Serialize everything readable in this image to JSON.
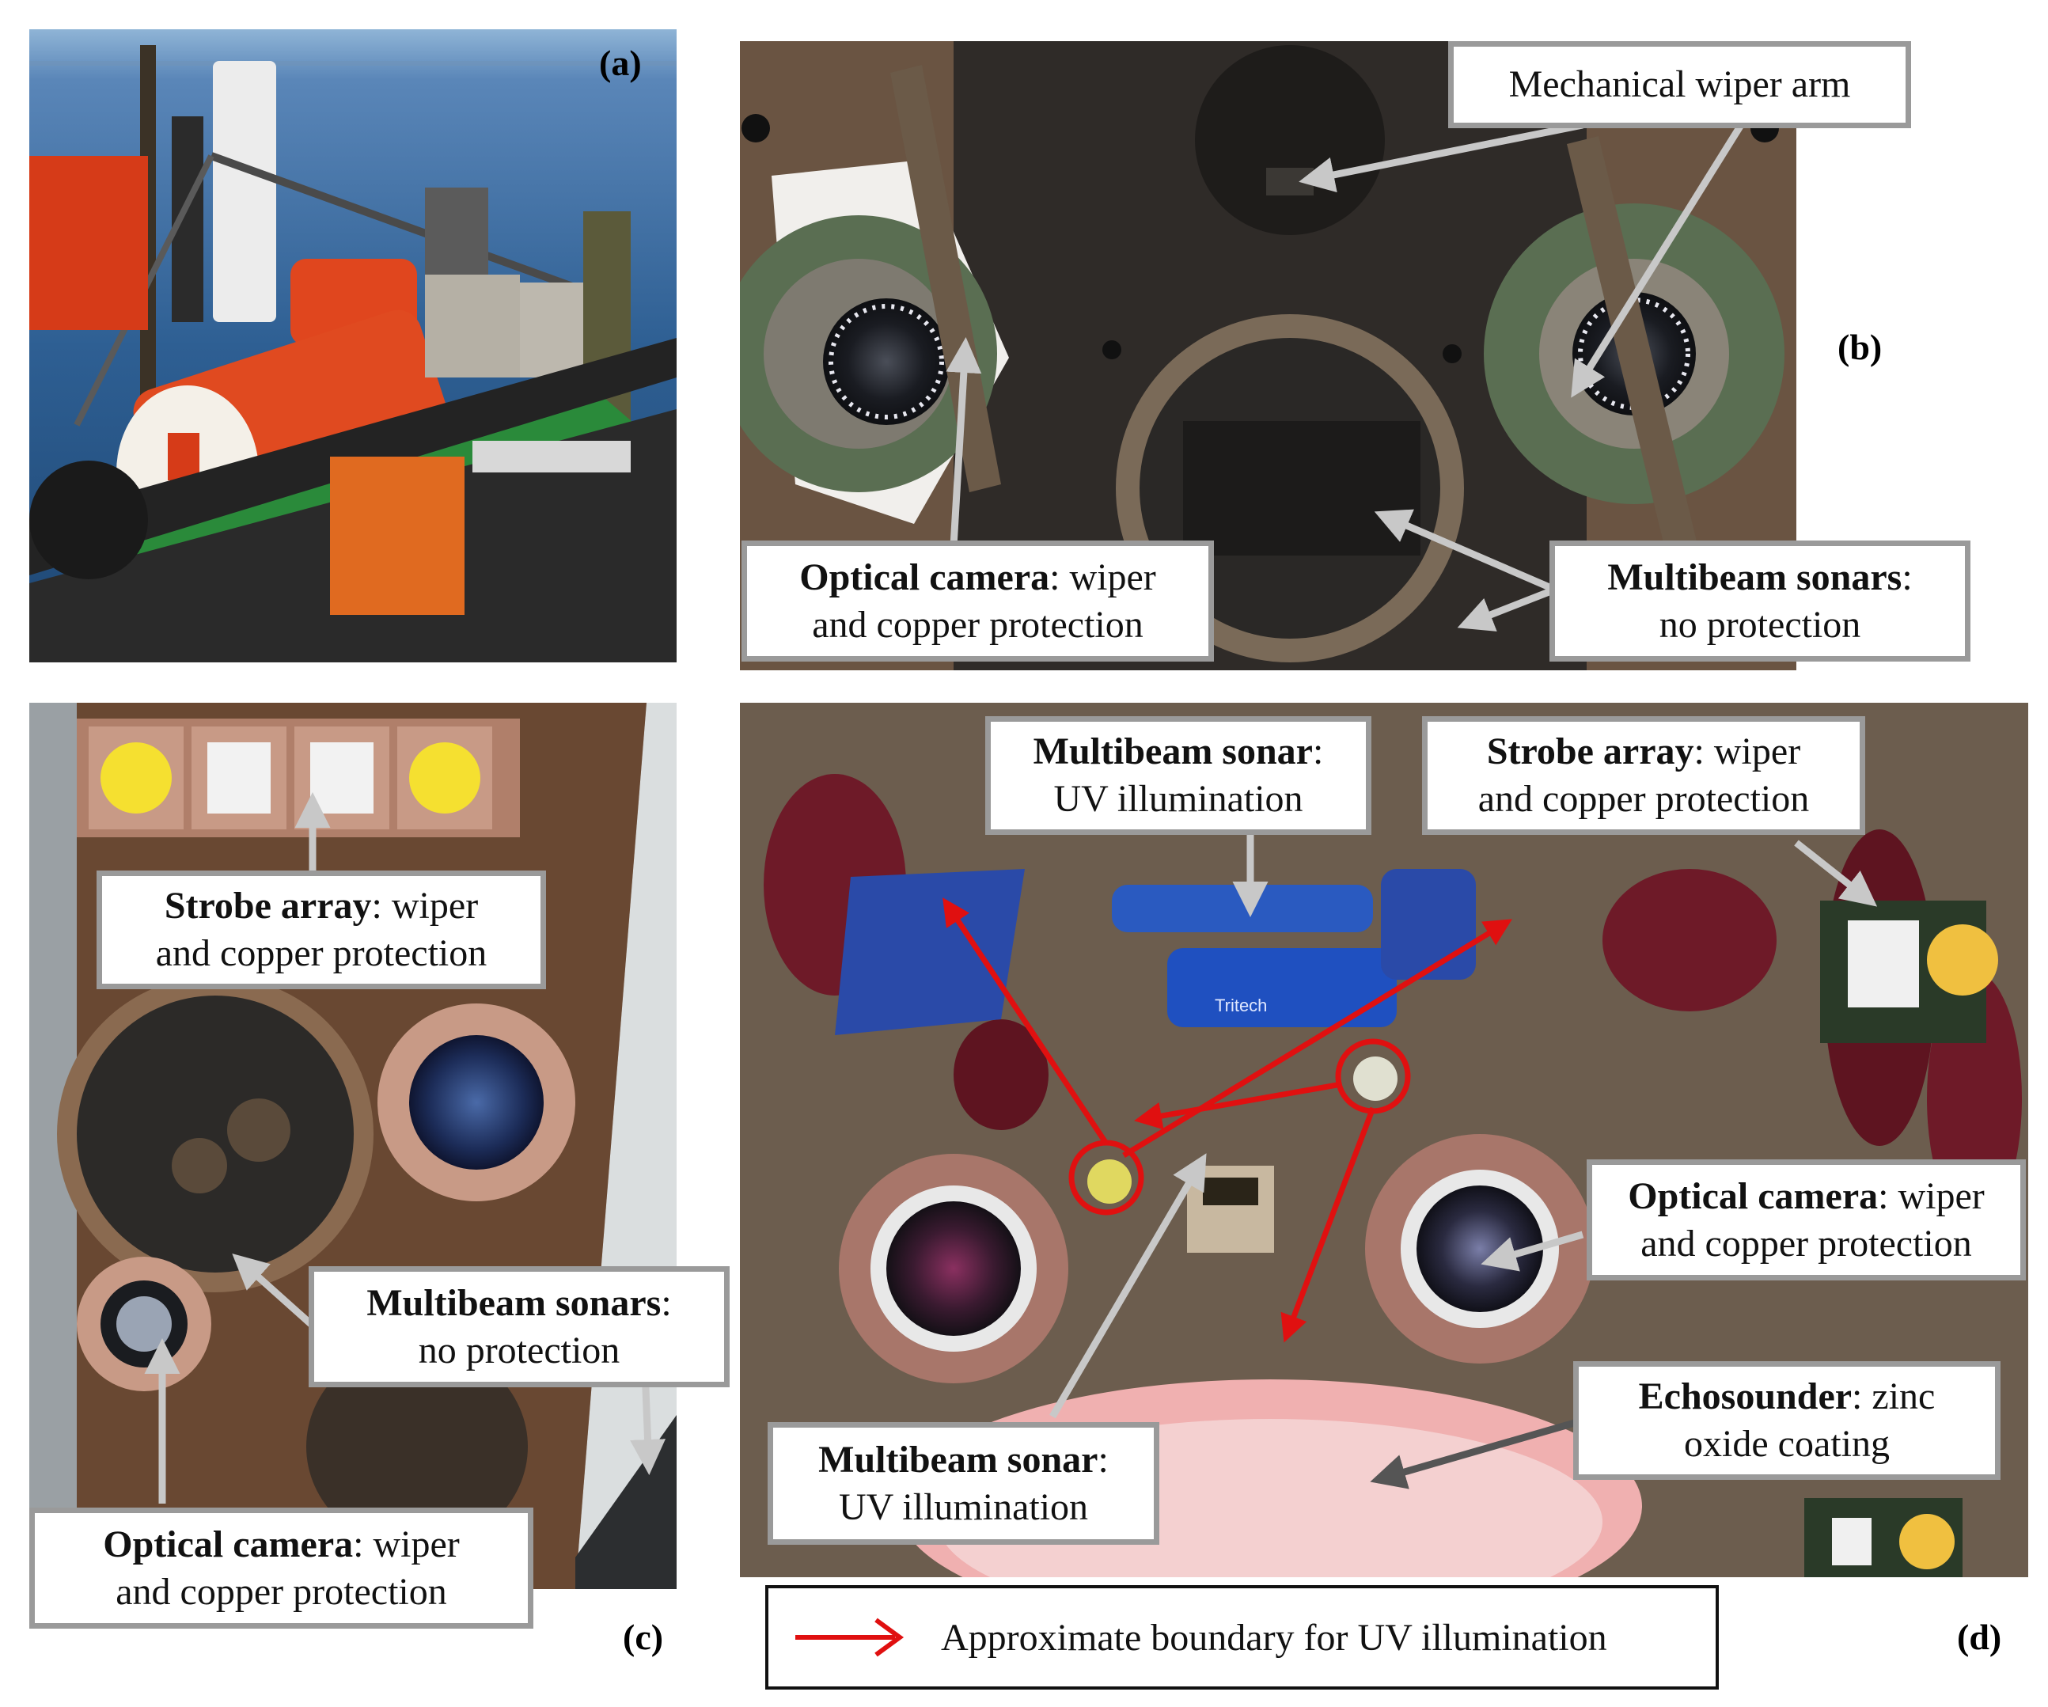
{
  "panels": {
    "a": {
      "label": "(a)"
    },
    "b": {
      "label": "(b)",
      "callouts": {
        "wiper_arm": {
          "line1": "Mechanical wiper arm"
        },
        "camera": {
          "bold": "Optical camera",
          "rest1": ": wiper",
          "line2": "and copper protection"
        },
        "sonars": {
          "bold": "Multibeam sonars",
          "rest1": ":",
          "line2": "no protection"
        }
      }
    },
    "c": {
      "label": "(c)",
      "callouts": {
        "strobe": {
          "bold": "Strobe array",
          "rest1": ": wiper",
          "line2": "and copper protection"
        },
        "sonars": {
          "bold": "Multibeam sonars",
          "rest1": ":",
          "line2": "no protection"
        },
        "camera": {
          "bold": "Optical camera",
          "rest1": ": wiper",
          "line2": "and copper protection"
        }
      }
    },
    "d": {
      "label": "(d)",
      "callouts": {
        "sonar_top": {
          "bold": "Multibeam sonar",
          "rest1": ":",
          "line2": "UV illumination"
        },
        "strobe": {
          "bold": "Strobe array",
          "rest1": ": wiper",
          "line2": "and copper protection"
        },
        "camera": {
          "bold": "Optical camera",
          "rest1": ": wiper",
          "line2": "and copper protection"
        },
        "echosounder": {
          "bold": "Echosounder",
          "rest1": ": zinc",
          "line2": "oxide coating"
        },
        "sonar_bottom": {
          "bold": "Multibeam sonar",
          "rest1": ":",
          "line2": "UV illumination"
        }
      },
      "device_brand": "Tritech"
    }
  },
  "legend": {
    "text": "Approximate boundary  for UV illumination",
    "arrow_color": "#e01010"
  },
  "colors": {
    "callout_border": "#9a9a9a",
    "uv_arrow": "#e01010",
    "pointer_arrow": "#c8c8c8"
  }
}
